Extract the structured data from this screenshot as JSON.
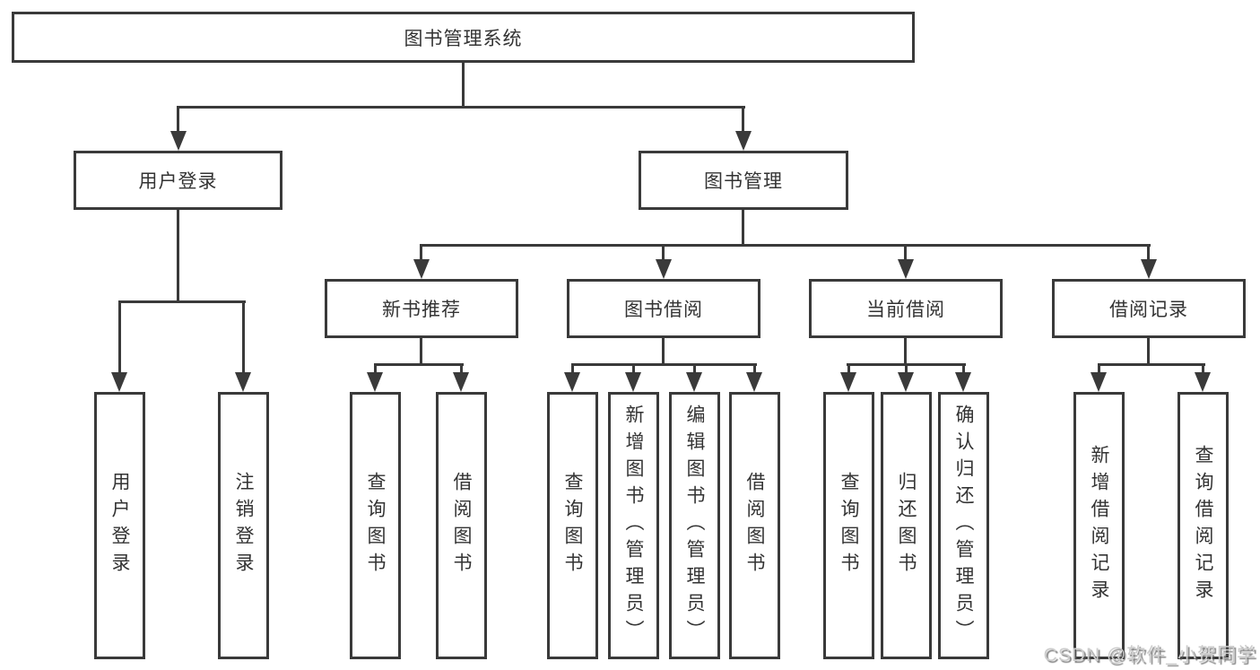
{
  "diagram_title": "图书管理系统",
  "nodes": {
    "root": "图书管理系统",
    "user_login": "用户登录",
    "book_management": "图书管理",
    "new_book_recommend": "新书推荐",
    "book_borrow": "图书借阅",
    "current_borrow": "当前借阅",
    "borrow_records": "借阅记录",
    "leaf_user_login": "用户登录",
    "leaf_logout": "注销登录",
    "leaf_query_book_nb": "查询图书",
    "leaf_borrow_book_nb": "借阅图书",
    "leaf_query_book_bb": "查询图书",
    "leaf_add_book_admin": "新增图书（管理员）",
    "leaf_edit_book_admin": "编辑图书（管理员）",
    "leaf_borrow_book_bb": "借阅图书",
    "leaf_query_book_cb": "查询图书",
    "leaf_return_book": "归还图书",
    "leaf_confirm_return_admin": "确认归还（管理员）",
    "leaf_add_borrow_record": "新增借阅记录",
    "leaf_query_borrow_record": "查询借阅记录"
  },
  "hierarchy": {
    "图书管理系统": {
      "用户登录": [
        "用户登录",
        "注销登录"
      ],
      "图书管理": {
        "新书推荐": [
          "查询图书",
          "借阅图书"
        ],
        "图书借阅": [
          "查询图书",
          "新增图书（管理员）",
          "编辑图书（管理员）",
          "借阅图书"
        ],
        "当前借阅": [
          "查询图书",
          "归还图书",
          "确认归还（管理员）"
        ],
        "借阅记录": [
          "新增借阅记录",
          "查询借阅记录"
        ]
      }
    }
  },
  "watermark": "CSDN @软件_小贺同学",
  "colors": {
    "line": "#3a3a3a",
    "text": "#333333",
    "background": "#ffffff",
    "watermark": "#cccccc"
  }
}
